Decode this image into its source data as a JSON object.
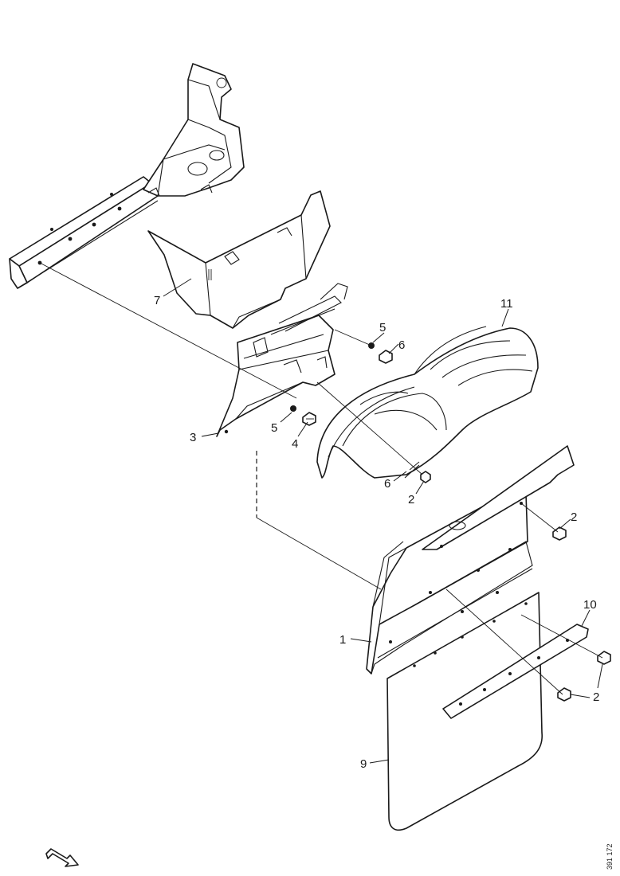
{
  "callouts": {
    "c1": "1",
    "c2a": "2",
    "c2b": "2",
    "c2c": "2",
    "c2d": "2",
    "c3": "3",
    "c4": "4",
    "c5a": "5",
    "c5b": "5",
    "c6a": "6",
    "c6b": "6",
    "c7": "7",
    "c9": "9",
    "c10": "10",
    "c11": "11"
  },
  "document_number": "391 172",
  "icons": {
    "direction": "direction-arrow-icon"
  },
  "colors": {
    "line": "#1a1a1a",
    "background": "#ffffff"
  }
}
